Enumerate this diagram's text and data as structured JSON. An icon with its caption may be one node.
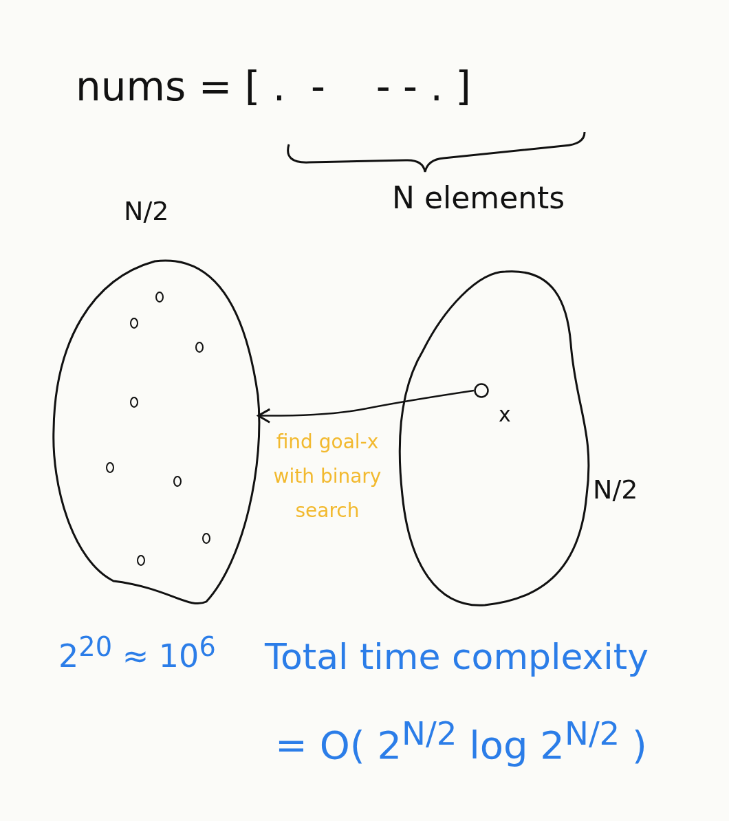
{
  "diagram": {
    "nodes": [
      {
        "text": [],
        "shape": "oval",
        "beside": [
          "N/2"
        ]
      },
      {
        "text": [],
        "shape": "oval",
        "beside": [
          "N/2"
        ]
      },
      {
        "text": [],
        "shape": "circle",
        "in": 1,
        "beside": [
          "x"
        ]
      }
    ],
    "edges": [
      {
        "from": 2,
        "to": 0,
        "arrow": "to",
        "label": "find goal-x with binary search"
      }
    ],
    "labels": [
      "nums = [ .  -    - - . ]",
      "N elements",
      "2$^{20}$ ≈ 10$^{6}$",
      "Total time complexity",
      "= O( 2$^{N/2}$ log 2$^{N/2}$ )"
    ]
  }
}
